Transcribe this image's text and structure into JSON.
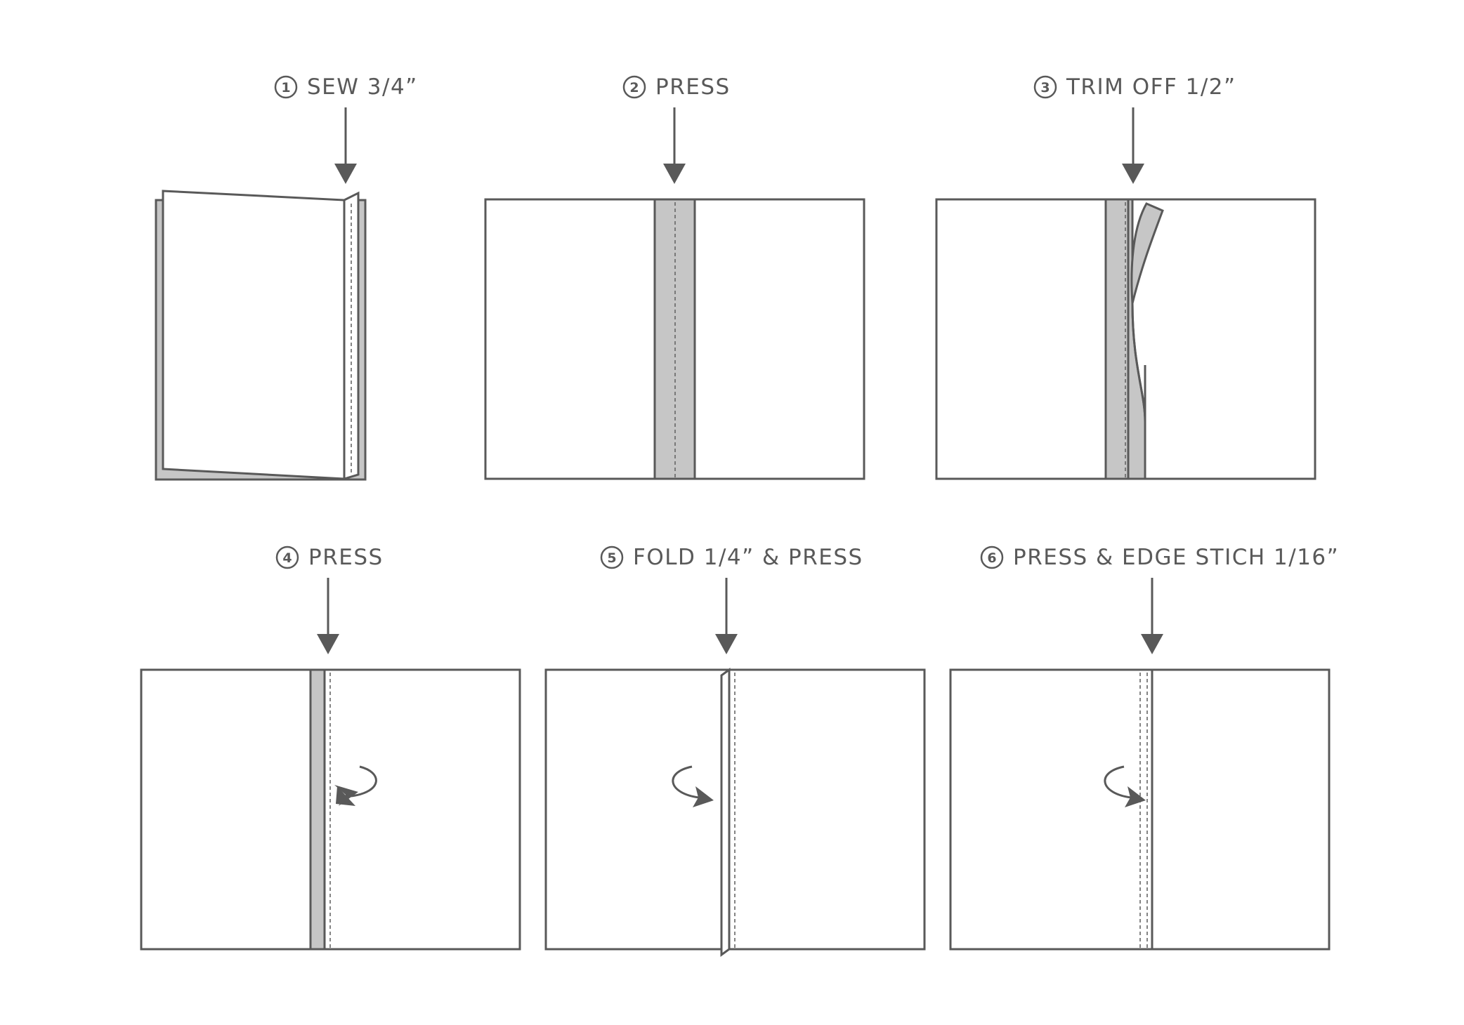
{
  "colors": {
    "ink": "#595959",
    "seam_fill": "#c6c6c6",
    "paper": "#ffffff"
  },
  "steps": [
    {
      "number": "1",
      "label": "SEW 3/4”"
    },
    {
      "number": "2",
      "label": "PRESS"
    },
    {
      "number": "3",
      "label": "TRIM OFF 1/2”"
    },
    {
      "number": "4",
      "label": "PRESS"
    },
    {
      "number": "5",
      "label": "FOLD 1/4” & PRESS"
    },
    {
      "number": "6",
      "label": "PRESS & EDGE STICH 1/16”"
    }
  ],
  "icons": {
    "step_badge": "circled-number-icon",
    "pointer": "down-arrow-icon",
    "rotation": "curved-arrow-icon"
  }
}
